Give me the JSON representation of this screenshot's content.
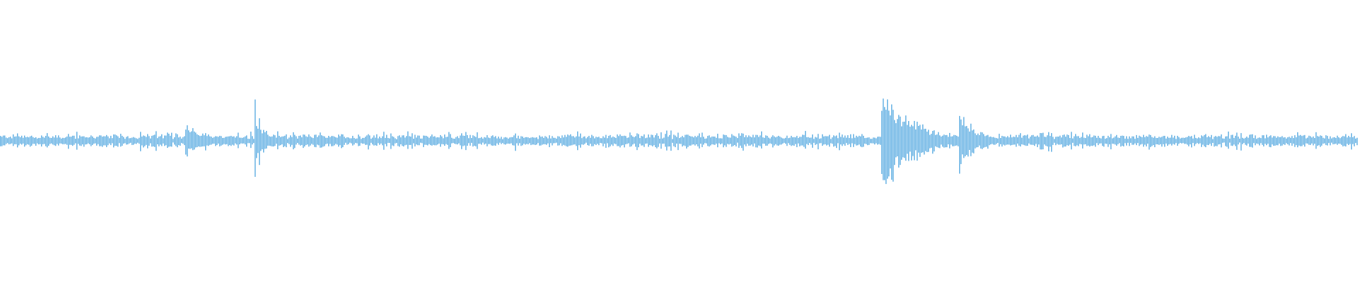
{
  "chart_data": {
    "type": "area",
    "description_kind": "audio-waveform",
    "title": "",
    "xlabel": "",
    "ylabel": "",
    "ylim": [
      -1,
      1
    ],
    "grid": false,
    "legend": "none",
    "color": "#5dade2",
    "background": "#ffffff",
    "baseline_amplitude": 0.035,
    "events": [
      {
        "t": 0.137,
        "amplitude": 0.13,
        "decay": 0.012
      },
      {
        "t": 0.1875,
        "amplitude": 0.29,
        "decay": 0.006
      },
      {
        "t": 0.3125,
        "amplitude": 0.05,
        "decay": 0.02
      },
      {
        "t": 0.6495,
        "amplitude": 0.36,
        "decay": 0.025
      },
      {
        "t": 0.7068,
        "amplitude": 0.23,
        "decay": 0.012
      },
      {
        "t": 0.8,
        "amplitude": 0.05,
        "decay": 0.01
      },
      {
        "t": 0.956,
        "amplitude": 0.06,
        "decay": 0.01
      }
    ]
  }
}
